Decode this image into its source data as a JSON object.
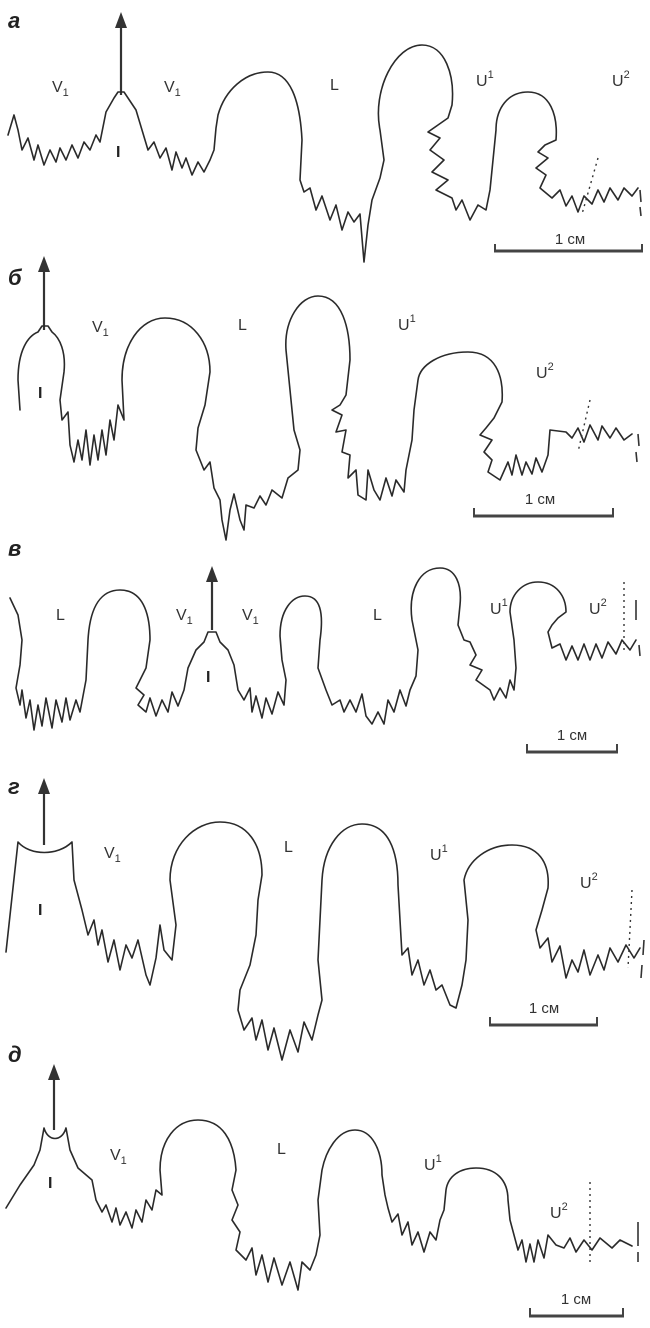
{
  "panels": [
    {
      "letter": "а",
      "scale_label": "1 см",
      "labels": {
        "v1a": "V",
        "v1a_sub": "1",
        "v1b": "V",
        "v1b_sub": "1",
        "l": "L",
        "u1": "U",
        "u1_sup": "1",
        "u2": "U",
        "u2_sup": "2"
      },
      "dorsal_mark": "I"
    },
    {
      "letter": "б",
      "scale_label": "1 см",
      "labels": {
        "v1": "V",
        "v1_sub": "1",
        "l": "L",
        "u1": "U",
        "u1_sup": "1",
        "u2": "U",
        "u2_sup": "2"
      },
      "dorsal_mark": "I"
    },
    {
      "letter": "в",
      "scale_label": "1 см",
      "labels": {
        "l_left": "L",
        "v1a": "V",
        "v1a_sub": "1",
        "v1b": "V",
        "v1b_sub": "1",
        "l_right": "L",
        "u1": "U",
        "u1_sup": "1",
        "u2": "U",
        "u2_sup": "2"
      },
      "dorsal_mark": "I"
    },
    {
      "letter": "г",
      "scale_label": "1 см",
      "labels": {
        "v1": "V",
        "v1_sub": "1",
        "l": "L",
        "u1": "U",
        "u1_sup": "1",
        "u2": "U",
        "u2_sup": "2"
      },
      "dorsal_mark": "I"
    },
    {
      "letter": "д",
      "scale_label": "1 см",
      "labels": {
        "v1": "V",
        "v1_sub": "1",
        "l": "L",
        "u1": "U",
        "u1_sup": "1",
        "u2": "U",
        "u2_sup": "2"
      },
      "dorsal_mark": "I"
    }
  ],
  "colors": {
    "line": "#2a2a2a",
    "background": "#ffffff"
  }
}
